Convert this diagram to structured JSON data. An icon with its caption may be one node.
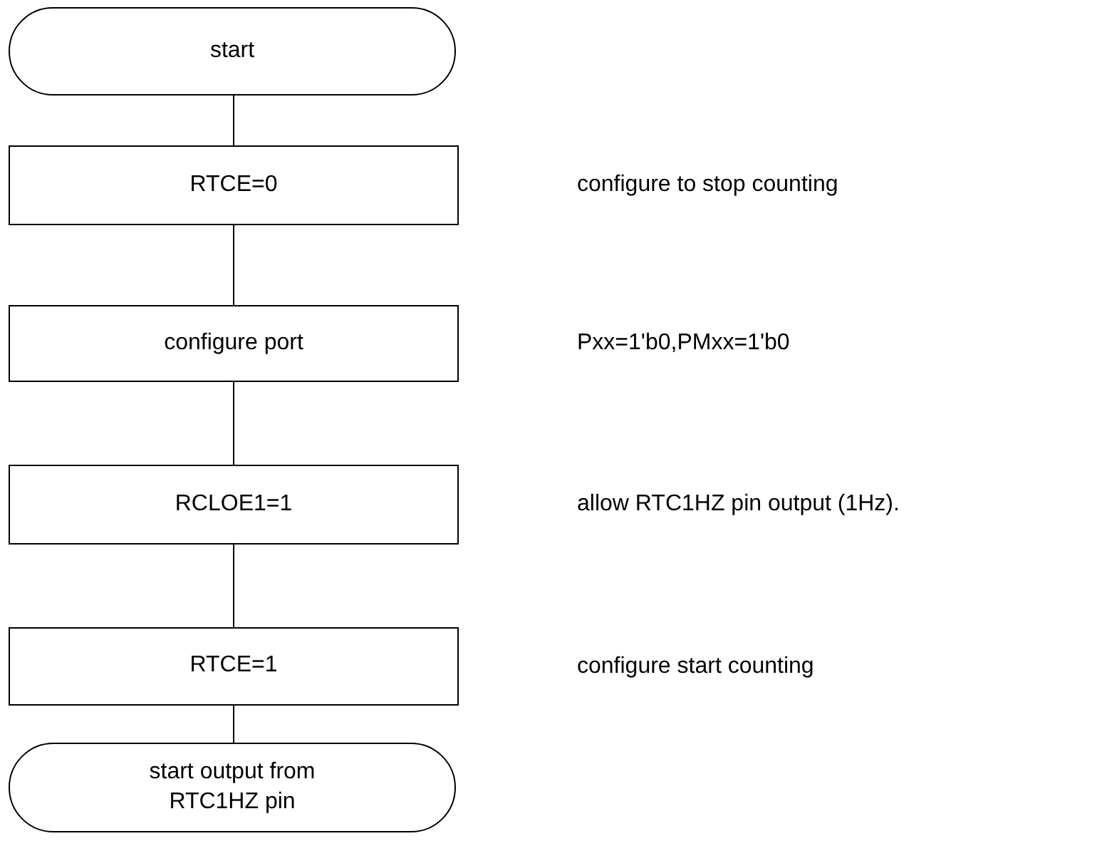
{
  "diagram": {
    "nodes": [
      {
        "text": [
          "start"
        ]
      },
      {
        "text": [
          "RTCE=0"
        ]
      },
      {
        "text": [
          "configure port"
        ]
      },
      {
        "text": [
          "RCLOE1=1"
        ]
      },
      {
        "text": [
          "RTCE=1"
        ]
      },
      {
        "text": [
          "start output from RTC1HZ pin"
        ]
      }
    ],
    "edges": [
      {
        "from": 0,
        "to": 1,
        "arrow": "none"
      },
      {
        "from": 1,
        "to": 2,
        "arrow": "none"
      },
      {
        "from": 2,
        "to": 3,
        "arrow": "none"
      },
      {
        "from": 3,
        "to": 4,
        "arrow": "none"
      },
      {
        "from": 4,
        "to": 5,
        "arrow": "none"
      }
    ],
    "labels": [
      "configure to stop counting",
      "Pxx=1'b0,PMxx=1'b0",
      "allow RTC1HZ pin output (1Hz).",
      "configure start counting"
    ]
  }
}
